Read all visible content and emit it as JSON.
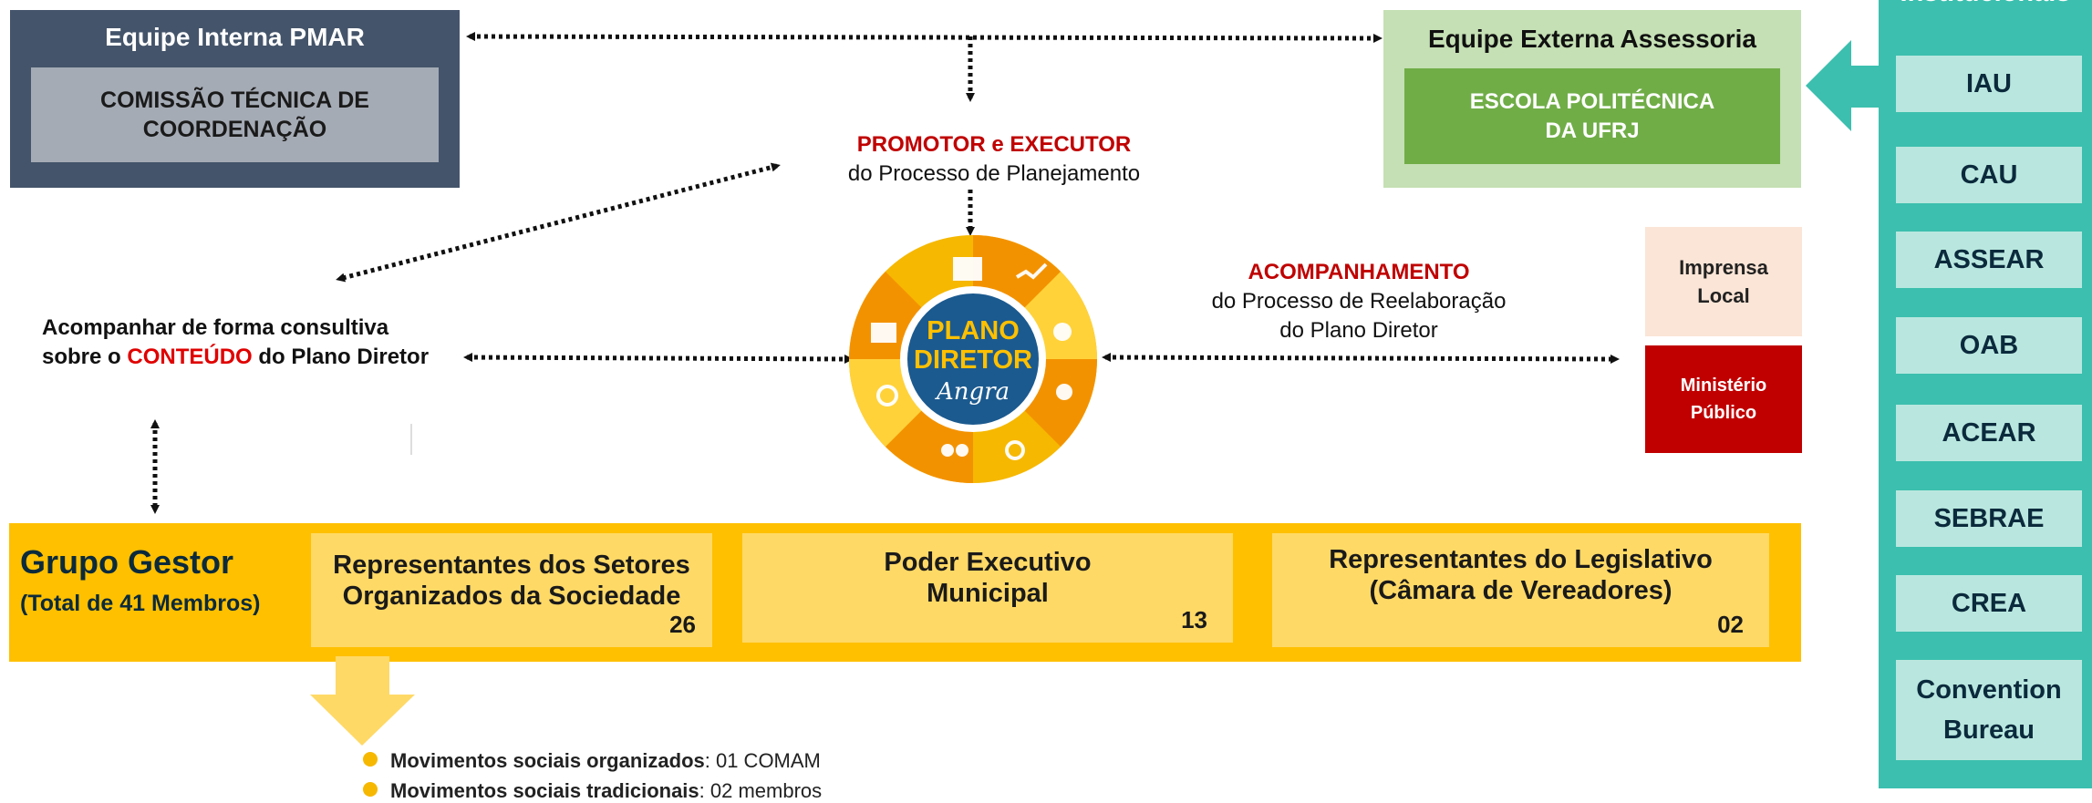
{
  "interna": {
    "title": "Equipe Interna PMAR",
    "box_line1": "COMISSÃO TÉCNICA DE",
    "box_line2": "COORDENAÇÃO"
  },
  "externa": {
    "title": "Equipe Externa Assessoria",
    "box_line1": "ESCOLA POLITÉCNICA",
    "box_line2": "DA UFRJ"
  },
  "promotor": {
    "title": "PROMOTOR e EXECUTOR",
    "subtitle": "do Processo de Planejamento"
  },
  "acompanhar": {
    "part1": "Acompanhar de forma consultiva sobre  o ",
    "highlight": "CONTEÚDO",
    "part2": " do Plano Diretor"
  },
  "acompanhamento": {
    "title": "ACOMPANHAMENTO",
    "line1": "do Processo de Reelaboração",
    "line2": "do Plano Diretor"
  },
  "imprensa": {
    "line1": "Imprensa",
    "line2": "Local"
  },
  "ministerio": {
    "line1": "Ministério",
    "line2": "Público"
  },
  "logo": {
    "line1": "PLANO",
    "line2": "DIRETOR",
    "line3": "Angra"
  },
  "institucional": {
    "title": "Institucionais",
    "items": [
      "IAU",
      "CAU",
      "ASSEAR",
      "OAB",
      "ACEAR",
      "SEBRAE",
      "CREA"
    ],
    "last_line1": "Convention",
    "last_line2": "Bureau"
  },
  "gestor": {
    "title": "Grupo Gestor",
    "subtitle": "(Total de 41 Membros)",
    "setores_line1": "Representantes dos Setores",
    "setores_line2": "Organizados da Sociedade",
    "setores_count": "26",
    "executivo_line1": "Poder Executivo",
    "executivo_line2": "Municipal",
    "executivo_count": "13",
    "legislativo_line1": "Representantes do Legislativo",
    "legislativo_line2": "(Câmara de Vereadores)",
    "legislativo_count": "02"
  },
  "bullets": [
    {
      "bold": "Movimentos sociais organizados",
      "rest": ": 01 COMAM"
    },
    {
      "bold": "Movimentos sociais tradicionais",
      "rest": ": 02 membros"
    }
  ],
  "colors": {
    "interna": "#44546a",
    "externa": "#c5e0b4",
    "escola": "#70ad47",
    "institucional": "#3cbfae",
    "gestor": "#ffc000",
    "accent_red": "#c00000"
  }
}
